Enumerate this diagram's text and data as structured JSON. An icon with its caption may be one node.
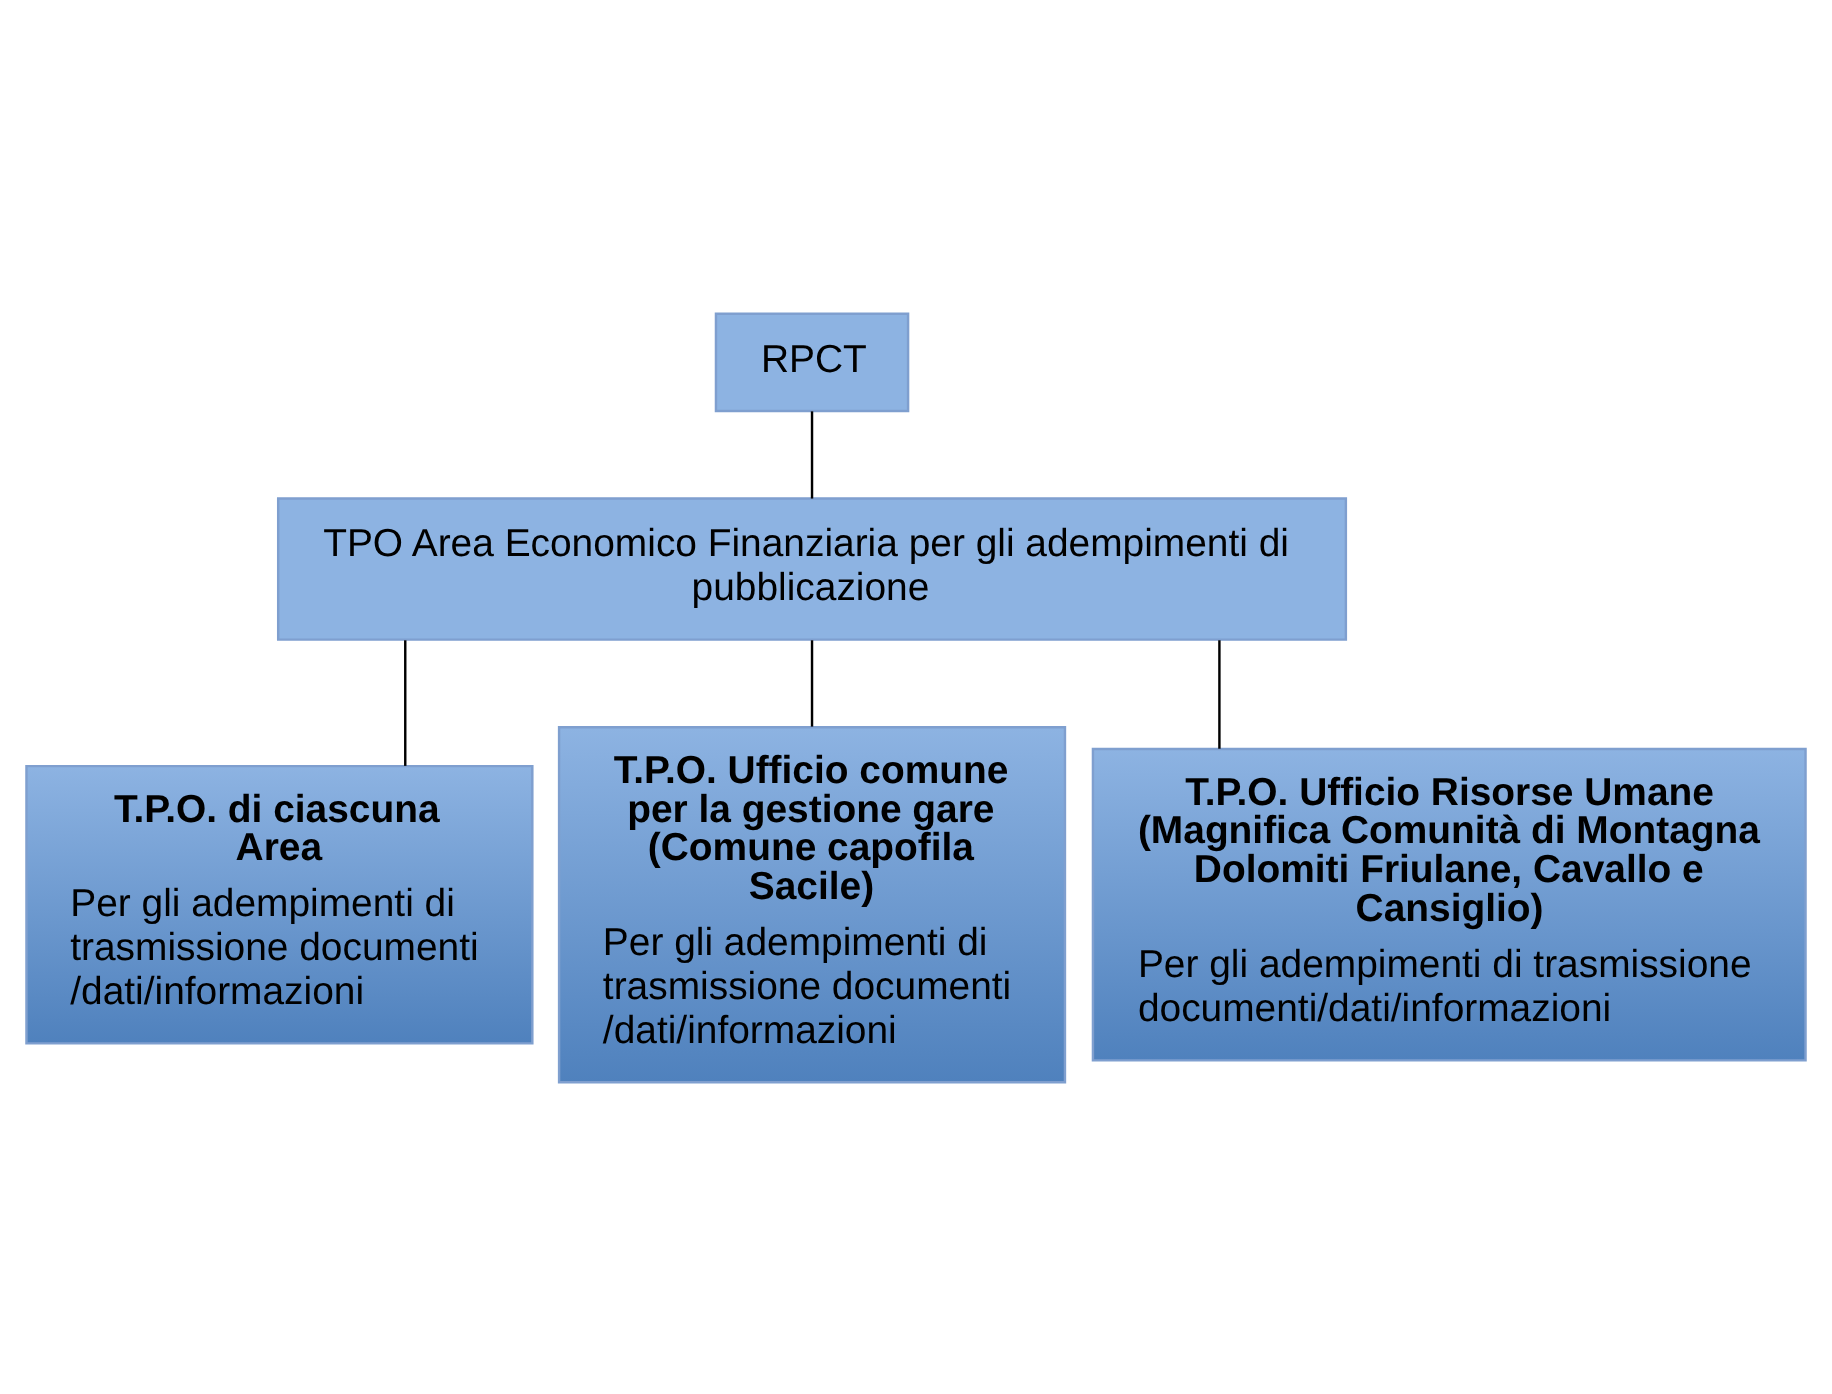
{
  "diagram": {
    "nodes": [
      {
        "text": [
          "RPCT"
        ]
      },
      {
        "text": [
          "TPO Area Economico Finanziaria per gli adempimenti di pubblicazione"
        ]
      },
      {
        "text": [
          "T.P.O. di ciascuna Area",
          "Per gli adempimenti di trasmissione documenti/dati/informazioni"
        ]
      },
      {
        "text": [
          "T.P.O. Ufficio comune per la gestione gare (Comune capofila Sacile)",
          "Per gli adempimenti di trasmissione documenti/dati/informazioni"
        ]
      },
      {
        "text": [
          "T.P.O. Ufficio Risorse Umane (Magnifica Comunità di Montagna Dolomiti Friulane, Cavallo e Cansiglio)",
          "Per gli adempimenti di trasmissione documenti/dati/informazioni"
        ]
      }
    ],
    "edges": [
      {
        "from": 0,
        "to": 1,
        "arrow": "none"
      },
      {
        "from": 1,
        "to": 2,
        "arrow": "none"
      },
      {
        "from": 1,
        "to": 3,
        "arrow": "none"
      },
      {
        "from": 1,
        "to": 4,
        "arrow": "none"
      }
    ]
  }
}
